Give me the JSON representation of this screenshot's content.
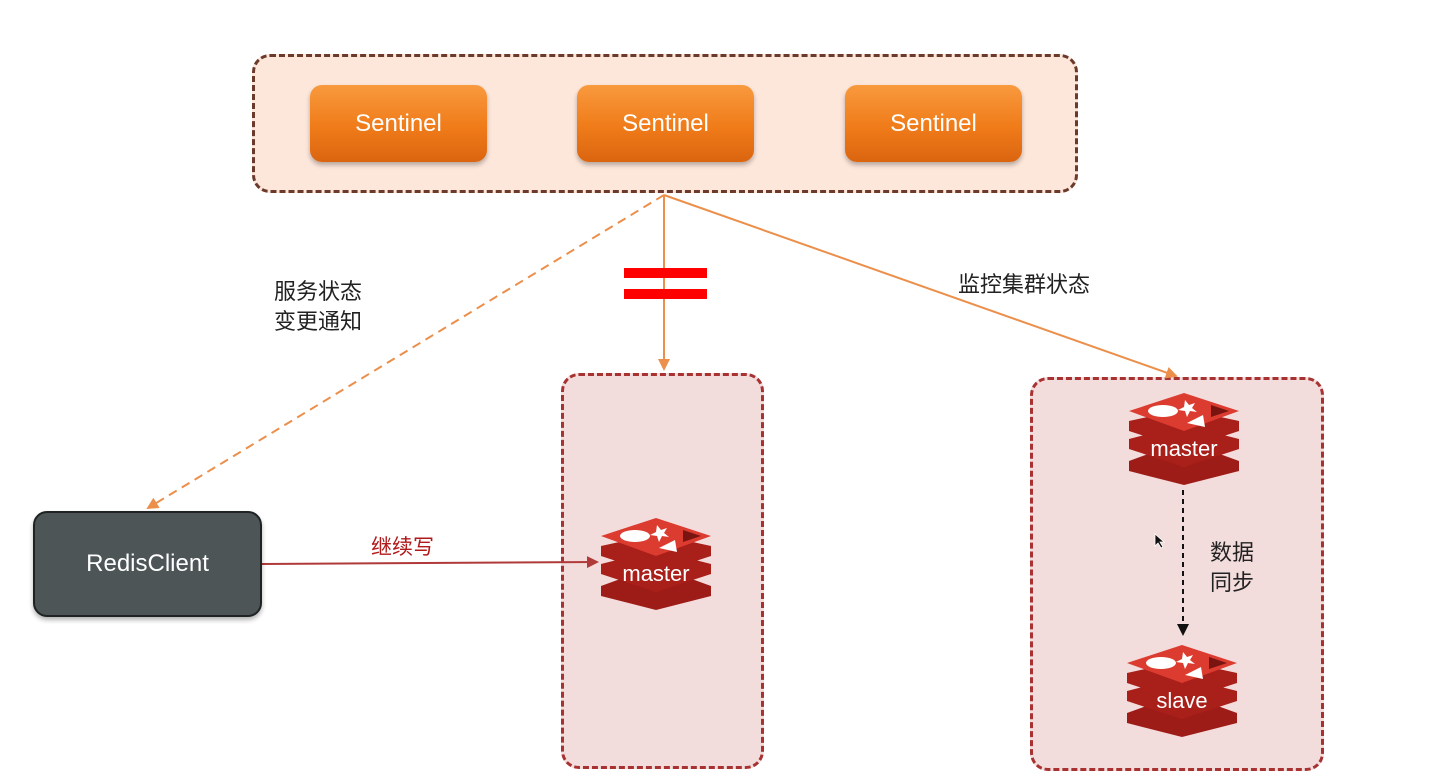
{
  "sentinels": [
    {
      "label": "Sentinel"
    },
    {
      "label": "Sentinel"
    },
    {
      "label": "Sentinel"
    }
  ],
  "client": {
    "label": "RedisClient"
  },
  "edges": {
    "notify": [
      "服务状态",
      "变更通知"
    ],
    "monitor": "监控集群状态",
    "write": "继续写",
    "sync": [
      "数据",
      "同步"
    ]
  },
  "nodes": {
    "promoted_master": {
      "label": "master",
      "icon": "redis-icon"
    },
    "cluster_master": {
      "label": "master",
      "icon": "redis-icon"
    },
    "cluster_slave": {
      "label": "slave",
      "icon": "redis-icon"
    }
  },
  "colors": {
    "sentinel_orange": "#f07b19",
    "sentinel_group_fill": "#fde6da",
    "node_box_fill": "#f3dcdc",
    "node_box_border": "#a83232",
    "redis_red": "#c92a22",
    "arrow_orange": "#eb8f4b",
    "write_arrow": "#b03a3a",
    "equal_sign_red": "#ff0000",
    "client_fill": "#4d5557"
  }
}
